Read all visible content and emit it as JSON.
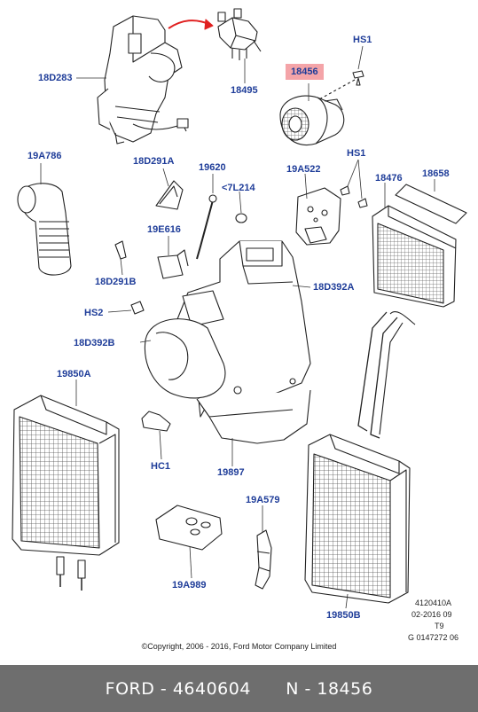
{
  "labels": {
    "l18D283": "18D283",
    "l18495": "18495",
    "lHS1a": "HS1",
    "l18456": "18456",
    "l19A786": "19A786",
    "l18D291A": "18D291A",
    "l19620": "19620",
    "l7L214": "<7L214",
    "l19A522": "19A522",
    "lHS1b": "HS1",
    "l18476": "18476",
    "l18658": "18658",
    "l19E616": "19E616",
    "l18D291B": "18D291B",
    "l18D392A": "18D392A",
    "lHS2": "HS2",
    "l18D392B": "18D392B",
    "l19850A": "19850A",
    "lHC1": "HC1",
    "l19897": "19897",
    "l19A579": "19A579",
    "l19A989": "19A989",
    "l19850B": "19850B"
  },
  "highlight_color": "#f4a4a8",
  "label_color": "#1f3d99",
  "meta": {
    "line1": "4120410A",
    "line2": "02-2016 09",
    "line3": "T9",
    "line4": "G 0147272 06"
  },
  "copyright": "©Copyright, 2006 - 2016, Ford Motor Company Limited",
  "footer": {
    "brand": "FORD",
    "sep1": "-",
    "part_number": "4640604",
    "code": "N",
    "sep2": "-",
    "ref": "18456"
  }
}
